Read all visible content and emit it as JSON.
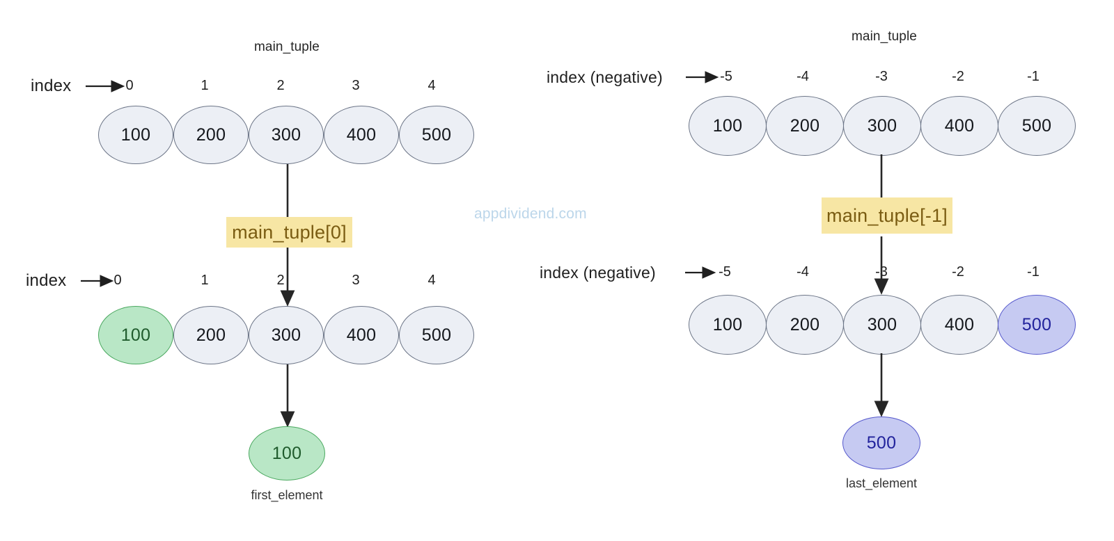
{
  "watermark": {
    "text": "appdividend.com"
  },
  "panels": [
    {
      "id": "positive-indexing",
      "title": "main_tuple",
      "index_label": "index",
      "top_row": {
        "indices": [
          "0",
          "1",
          "2",
          "3",
          "4"
        ],
        "values": [
          "100",
          "200",
          "300",
          "400",
          "500"
        ]
      },
      "code_label": "main_tuple[0]",
      "bottom_row": {
        "index_label": "index",
        "indices": [
          "0",
          "1",
          "2",
          "3",
          "4"
        ],
        "values": [
          "100",
          "200",
          "300",
          "400",
          "500"
        ],
        "highlighted_index": 0,
        "highlight_color": "#b9e7c6"
      },
      "result": {
        "value": "100",
        "caption": "first_element",
        "color": "#b9e7c6"
      }
    },
    {
      "id": "negative-indexing",
      "title": "main_tuple",
      "index_label": "index (negative)",
      "top_row": {
        "indices": [
          "-5",
          "-4",
          "-3",
          "-2",
          "-1"
        ],
        "values": [
          "100",
          "200",
          "300",
          "400",
          "500"
        ]
      },
      "code_label": "main_tuple[-1]",
      "bottom_row": {
        "index_label": "index (negative)",
        "indices": [
          "-5",
          "-4",
          "-3",
          "-2",
          "-1"
        ],
        "values": [
          "100",
          "200",
          "300",
          "400",
          "500"
        ],
        "highlighted_index": 4,
        "highlight_color": "#c6caf2"
      },
      "result": {
        "value": "500",
        "caption": "last_element",
        "color": "#c6caf2"
      }
    }
  ],
  "colors": {
    "node_fill": "#eceff5",
    "node_stroke": "#6b7486",
    "green_fill": "#b9e7c6",
    "green_stroke": "#4aa85f",
    "blue_fill": "#c6caf2",
    "blue_stroke": "#5558cc",
    "code_box_fill": "#f7e6a4",
    "code_box_text": "#7a5c12",
    "connector": "#262626",
    "watermark": "#bcd6ea"
  }
}
